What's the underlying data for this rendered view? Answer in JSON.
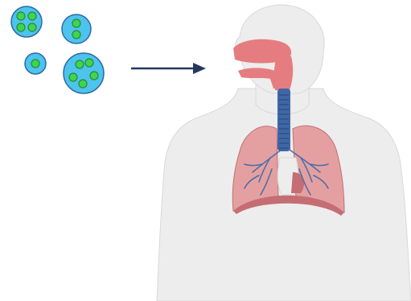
{
  "clusters": [
    {
      "icon": "droplet-4-particles-icon",
      "particles": 4
    },
    {
      "icon": "droplet-2-particles-icon",
      "particles": 2
    },
    {
      "icon": "droplet-1-particle-icon",
      "particles": 1
    },
    {
      "icon": "droplet-5-particles-icon",
      "particles": 5
    }
  ],
  "arrow": {
    "icon": "arrow-right-icon",
    "color": "#24385f"
  },
  "figure": {
    "icon": "human-respiratory-system-icon"
  },
  "colors": {
    "droplet_fill": "#4dc3ee",
    "droplet_stroke": "#2b6aa3",
    "particle_fill": "#3ed54f",
    "particle_stroke": "#2a8a35",
    "body_fill": "#ededed",
    "body_stroke": "#d9d9d9",
    "lung_fill": "#e4a0a0",
    "lung_stroke": "#c46e74",
    "airway_fill": "#e57d80",
    "trachea_fill": "#3f67a6",
    "bronchi_stroke": "#4f6fa8"
  }
}
